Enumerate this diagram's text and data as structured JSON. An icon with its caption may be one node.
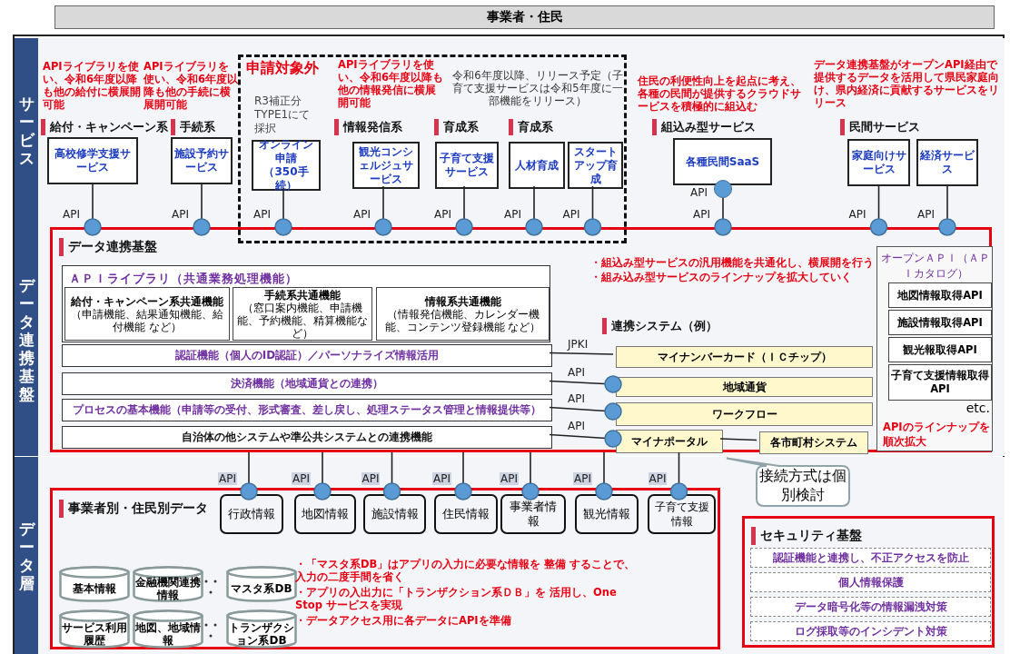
{
  "diagram": {
    "nodes": [
      {
        "text": [
          "事業者・住民"
        ]
      },
      {
        "text": [
          "サービス"
        ]
      },
      {
        "text": [
          "申請対象外"
        ]
      },
      {
        "text": [
          "高校修学支援サービス"
        ],
        "in": 1
      },
      {
        "text": [
          "施設予約サービス"
        ],
        "in": 1
      },
      {
        "text": [
          "オンライン申請",
          "（350手続）"
        ],
        "in": 2
      },
      {
        "text": [
          "観光コンシェルジュサービス"
        ],
        "in": 2
      },
      {
        "text": [
          "子育て支援サービス"
        ],
        "in": 2
      },
      {
        "text": [
          "人材育成"
        ],
        "in": 2
      },
      {
        "text": [
          "スタートアップ育成"
        ],
        "in": 2
      },
      {
        "text": [
          "各種民間SaaS"
        ],
        "in": 1
      },
      {
        "text": [
          "家庭向けサービス"
        ],
        "in": 1
      },
      {
        "text": [
          "経済サービス"
        ],
        "in": 1
      },
      {
        "text": [],
        "shape": "circle",
        "in": 1,
        "beside": [
          "API"
        ]
      },
      {
        "text": [
          "データ連携基盤"
        ]
      },
      {
        "text": [
          "データ連携基盤"
        ],
        "in": 14
      },
      {
        "text": [
          "ＡＰＩライブラリ（共通業務処理機能）"
        ],
        "in": 15
      },
      {
        "text": [
          "給付・キャンペーン系共通機能",
          "（申請機能、結果通知機能、給付機能 など）"
        ],
        "in": 16
      },
      {
        "text": [
          "手続系共通機能",
          "（窓口案内機能、申請機能、予約機能、精算機能など）"
        ],
        "in": 16
      },
      {
        "text": [
          "情報系共通機能",
          "（情報発信機能、カレンダー機能、コンテンツ登録機能 など）"
        ],
        "in": 16
      },
      {
        "text": [
          "認証機能（個人のID認証）／パーソナライズ情報活用"
        ],
        "in": 15
      },
      {
        "text": [
          "決済機能（地域通貨との連携）"
        ],
        "in": 15
      },
      {
        "text": [
          "プロセスの基本機能（申請等の受付、形式審査、差し戻し、処理ステータス管理と情報提供等）"
        ],
        "in": 15
      },
      {
        "text": [
          "自治体の他システムや準公共システムとの連携機能"
        ],
        "in": 15
      },
      {
        "text": [
          "マイナンバーカード（ＩＣチップ）"
        ],
        "in": 15
      },
      {
        "text": [
          "地域通貨"
        ],
        "in": 15
      },
      {
        "text": [
          "ワークフロー"
        ],
        "in": 15
      },
      {
        "text": [
          "マイナポータル"
        ],
        "in": 15
      },
      {
        "text": [
          "各市町村システム"
        ],
        "in": 15
      },
      {
        "text": [
          "オープンＡＰＩ（ＡＰＩカタログ）",
          "etc.",
          "APIのラインナップを順次拡大"
        ],
        "in": 15
      },
      {
        "text": [
          "地図情報取得API"
        ],
        "in": 29
      },
      {
        "text": [
          "施設情報取得API"
        ],
        "in": 29
      },
      {
        "text": [
          "観光報取得API"
        ],
        "in": 29
      },
      {
        "text": [
          "子育て支援情報取得API"
        ],
        "in": 29
      },
      {
        "text": [
          "データ層"
        ]
      },
      {
        "text": [
          "接続方式は個別検討"
        ],
        "in": 34
      },
      {
        "text": [
          "事業者別・住民別データ"
        ],
        "in": 34
      },
      {
        "text": [
          "行政情報"
        ],
        "in": 36
      },
      {
        "text": [
          "地図情報"
        ],
        "in": 36
      },
      {
        "text": [
          "施設情報"
        ],
        "in": 36
      },
      {
        "text": [
          "住民情報"
        ],
        "in": 36
      },
      {
        "text": [
          "事業者情報"
        ],
        "in": 36
      },
      {
        "text": [
          "観光情報"
        ],
        "in": 36
      },
      {
        "text": [
          "子育て支援情報"
        ],
        "in": 36
      },
      {
        "text": [
          "基本情報"
        ],
        "in": 36
      },
      {
        "text": [
          "金融機関連携情報"
        ],
        "in": 36
      },
      {
        "text": [
          "マスタ系DB"
        ],
        "in": 36
      },
      {
        "text": [
          "サービス利用履歴"
        ],
        "in": 36
      },
      {
        "text": [
          "地図、地域情報"
        ],
        "in": 36
      },
      {
        "text": [
          "トランザクション系DB"
        ],
        "in": 36
      },
      {
        "text": [
          "セキュリティ基盤"
        ],
        "in": 34
      },
      {
        "text": [
          "認証機能と連携し、不正アクセスを防止"
        ],
        "in": 50
      },
      {
        "text": [
          "個人情報保護"
        ],
        "in": 50
      },
      {
        "text": [
          "データ暗号化等の情報漏洩対策"
        ],
        "in": 50
      },
      {
        "text": [
          "ログ採取等のインシデント対策"
        ],
        "in": 50
      }
    ],
    "edges": [
      {
        "from": 3,
        "to": 15,
        "arrow": "other",
        "label": "API"
      },
      {
        "from": 4,
        "to": 15,
        "arrow": "other",
        "label": "API"
      },
      {
        "from": 5,
        "to": 15,
        "arrow": "other",
        "label": "API"
      },
      {
        "from": 6,
        "to": 15,
        "arrow": "other",
        "label": "API"
      },
      {
        "from": 7,
        "to": 15,
        "arrow": "other",
        "label": "API"
      },
      {
        "from": 8,
        "to": 15,
        "arrow": "other",
        "label": "API"
      },
      {
        "from": 9,
        "to": 15,
        "arrow": "other",
        "label": "API"
      },
      {
        "from": 13,
        "to": 15,
        "arrow": "other",
        "label": "API"
      },
      {
        "from": 11,
        "to": 15,
        "arrow": "other",
        "label": "API"
      },
      {
        "from": 12,
        "to": 15,
        "arrow": "other",
        "label": "API"
      },
      {
        "from": 20,
        "to": 24,
        "arrow": "none",
        "label": "JPKI"
      },
      {
        "from": 21,
        "to": 25,
        "arrow": "other",
        "label": "API"
      },
      {
        "from": 22,
        "to": 26,
        "arrow": "other",
        "label": "API"
      },
      {
        "from": 23,
        "to": 27,
        "arrow": "other",
        "label": "API"
      },
      {
        "from": 27,
        "to": 28,
        "arrow": "none"
      },
      {
        "from": 15,
        "to": 37,
        "arrow": "other",
        "label": "API"
      },
      {
        "from": 15,
        "to": 38,
        "arrow": "other",
        "label": "API"
      },
      {
        "from": 15,
        "to": 39,
        "arrow": "other",
        "label": "API"
      },
      {
        "from": 15,
        "to": 40,
        "arrow": "other",
        "label": "API"
      },
      {
        "from": 15,
        "to": 41,
        "arrow": "other",
        "label": "API"
      },
      {
        "from": 15,
        "to": 42,
        "arrow": "other",
        "label": "API"
      },
      {
        "from": 15,
        "to": 43,
        "arrow": "other",
        "label": "API"
      }
    ],
    "labels": [
      "APIライブラリを使い、令和6年度以降も他の給付に横展開可能",
      "APIライブラリを使い、令和6年度以降も他の手続に横展開可能",
      "R3補正分TYPE1にて採択",
      "APIライブラリを使い、令和6年度以降も他の情報発信に横展開可能",
      "令和6年度以降、リリース予定（子育て支援サービスは令和5年度に一部機能をリリース）",
      "住民の利便性向上を起点に考え、各種の民間が提供するクラウドサービスを積極的に組込む",
      "データ連携基盤がオープンAPI経由で提供するデータを活用して県民家庭向け、県内経済に貢献するサービスをリリース",
      "給付・キャンペーン系",
      "手続系",
      "情報発信系",
      "育成系",
      "育成系",
      "組込み型サービス",
      "民間サービス",
      "・組込み型サービスの汎用機能を共通化し、横展開を行う",
      "・組み込み型サービスのラインナップを拡大していく",
      "連携システム（例）",
      "・「マスタ系DB」はアプリの入力に必要な情報を 整備 することで、入力の二度手間を省く",
      "・アプリの入出力に「トランザクション系ＤＢ」を 活用し、One Stop サービスを実現",
      "・データアクセス用に各データにAPIを準備"
    ]
  }
}
